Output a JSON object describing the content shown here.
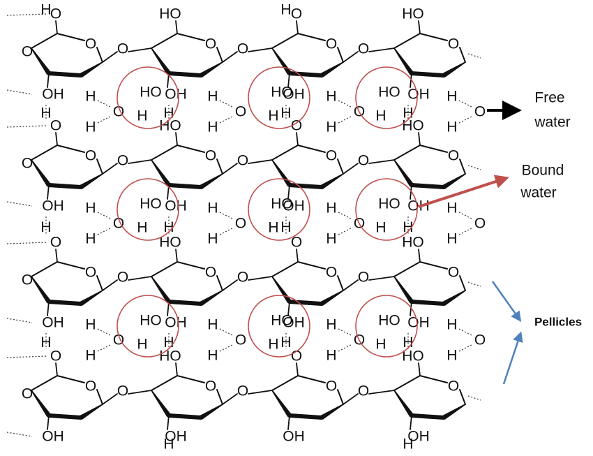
{
  "atoms": {
    "oxygen": "O",
    "hydrogen": "H",
    "hydroxyl_right": "OH",
    "hydroxyl_left": "HO"
  },
  "labels": {
    "free_water": [
      "Free",
      "water"
    ],
    "bound_water": [
      "Bound",
      "water"
    ],
    "pellicles": "Pellicles"
  },
  "colors": {
    "bond": "#111111",
    "hbond": "#444444",
    "circle": "#c0504d",
    "bound_arrow": "#c0504d",
    "free_arrow": "#000000",
    "pellicle_arrow": "#4f81bd"
  }
}
